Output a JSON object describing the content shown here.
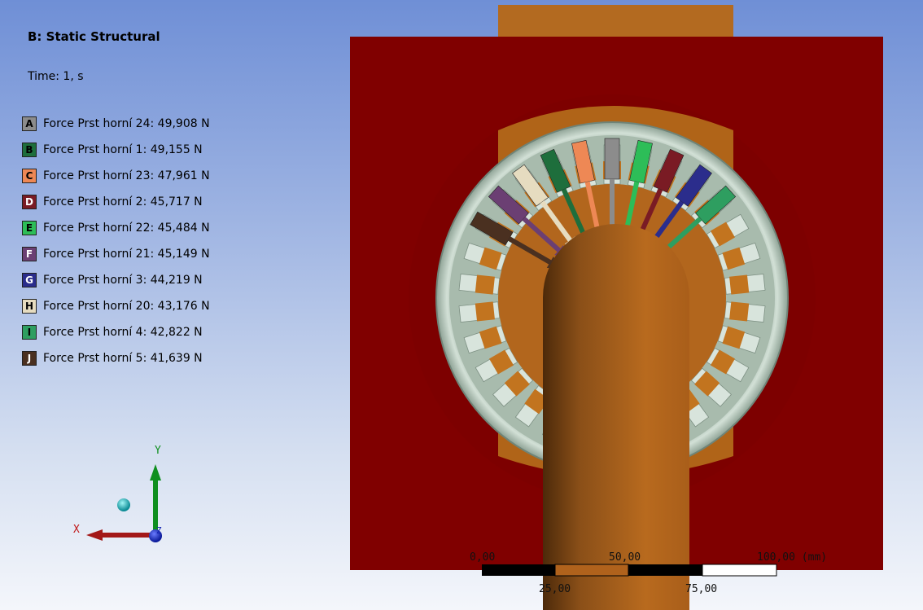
{
  "header": {
    "title": "B: Static Structural",
    "time": "Time: 1, s"
  },
  "legend": {
    "items": [
      {
        "letter": "A",
        "label": "Force Prst horní 24: 49,908 N",
        "color": "#8c8c8c",
        "text_color": "#000000"
      },
      {
        "letter": "B",
        "label": "Force Prst horní 1: 49,155 N",
        "color": "#1e6e3c",
        "text_color": "#000000"
      },
      {
        "letter": "C",
        "label": "Force Prst horní 23: 47,961 N",
        "color": "#ee8855",
        "text_color": "#000000"
      },
      {
        "letter": "D",
        "label": "Force Prst horní 2: 45,717 N",
        "color": "#7a1b24",
        "text_color": "#ffffff"
      },
      {
        "letter": "E",
        "label": "Force Prst horní 22: 45,484 N",
        "color": "#2dbd58",
        "text_color": "#000000"
      },
      {
        "letter": "F",
        "label": "Force Prst horní 21: 45,149 N",
        "color": "#6b3f73",
        "text_color": "#ffffff"
      },
      {
        "letter": "G",
        "label": "Force Prst horní 3: 44,219 N",
        "color": "#2b2d8c",
        "text_color": "#ffffff"
      },
      {
        "letter": "H",
        "label": "Force Prst horní 20: 43,176 N",
        "color": "#e6dcc0",
        "text_color": "#000000"
      },
      {
        "letter": "I",
        "label": "Force Prst horní 4: 42,822 N",
        "color": "#2e9e60",
        "text_color": "#000000"
      },
      {
        "letter": "J",
        "label": "Force Prst horní 5: 41,639 N",
        "color": "#4a3020",
        "text_color": "#ffffff"
      }
    ]
  },
  "triad": {
    "x_label": "X",
    "y_label": "Y",
    "z_label": "Z"
  },
  "scale_bar": {
    "label_0": "0,00",
    "label_50": "50,00",
    "label_100": "100,00 (mm)",
    "label_25": "25,00",
    "label_75": "75,00"
  },
  "colors": {
    "plate": "#800000",
    "body": "#b86a1e",
    "ring": "#b7c8bc",
    "background_top": "#6f8fd6",
    "background_bottom": "#f4f6fb"
  }
}
